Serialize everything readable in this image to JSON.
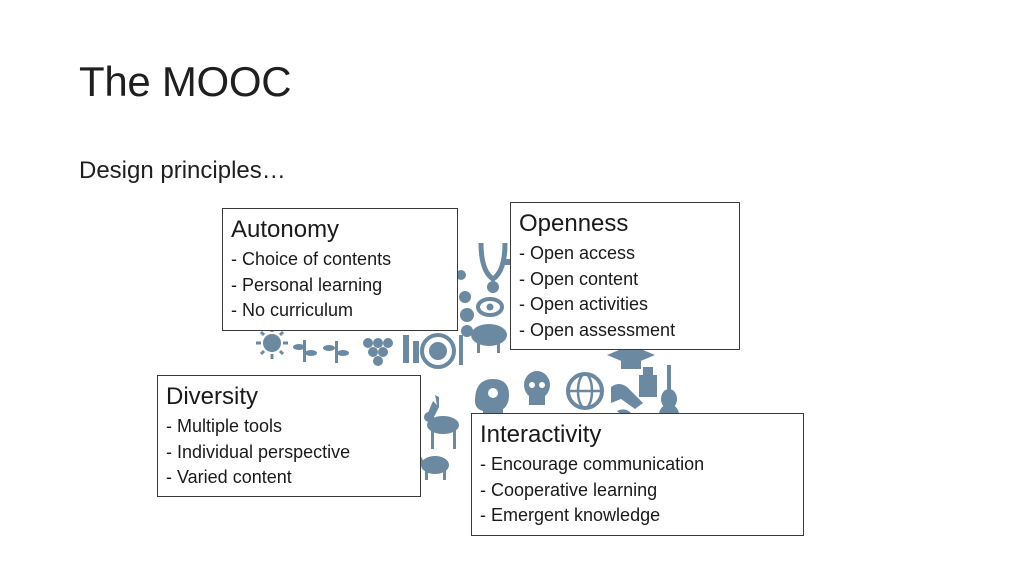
{
  "slide": {
    "title": "The MOOC",
    "subtitle": "Design principles…"
  },
  "collage": {
    "icon_color": "#5f7f9a",
    "icons": [
      "stethoscope-icon",
      "eye-icon",
      "sheep-icon",
      "sun-icon",
      "plant-icon",
      "grapes-icon",
      "plate-icon",
      "head-icon",
      "skull-icon",
      "globe-icon",
      "graduation-cap-icon",
      "violin-icon",
      "deer-icon",
      "cow-icon",
      "hands-icon",
      "statue-icon"
    ]
  },
  "boxes": {
    "autonomy": {
      "title": "Autonomy",
      "items": [
        "- Choice of contents",
        "- Personal learning",
        "- No curriculum"
      ]
    },
    "openness": {
      "title": "Openness",
      "items": [
        "- Open access",
        "- Open content",
        "- Open activities",
        "- Open assessment"
      ]
    },
    "diversity": {
      "title": "Diversity",
      "items": [
        "- Multiple tools",
        "- Individual perspective",
        "- Varied content"
      ]
    },
    "interactivity": {
      "title": "Interactivity",
      "items": [
        "- Encourage communication",
        "- Cooperative learning",
        "- Emergent knowledge"
      ]
    }
  }
}
